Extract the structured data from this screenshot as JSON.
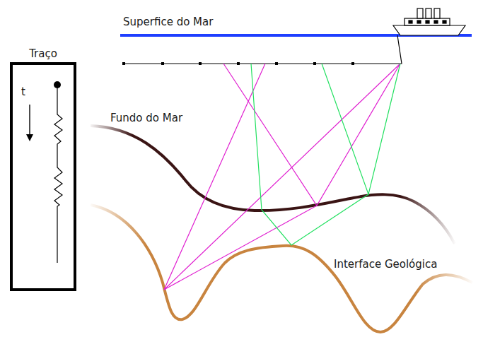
{
  "diagram": {
    "nodes": [
      {
        "text": [
          "Traço",
          "t"
        ]
      }
    ],
    "labels": [
      "Superfice do Mar",
      "Fundo do Mar",
      "Interface Geológica"
    ]
  }
}
